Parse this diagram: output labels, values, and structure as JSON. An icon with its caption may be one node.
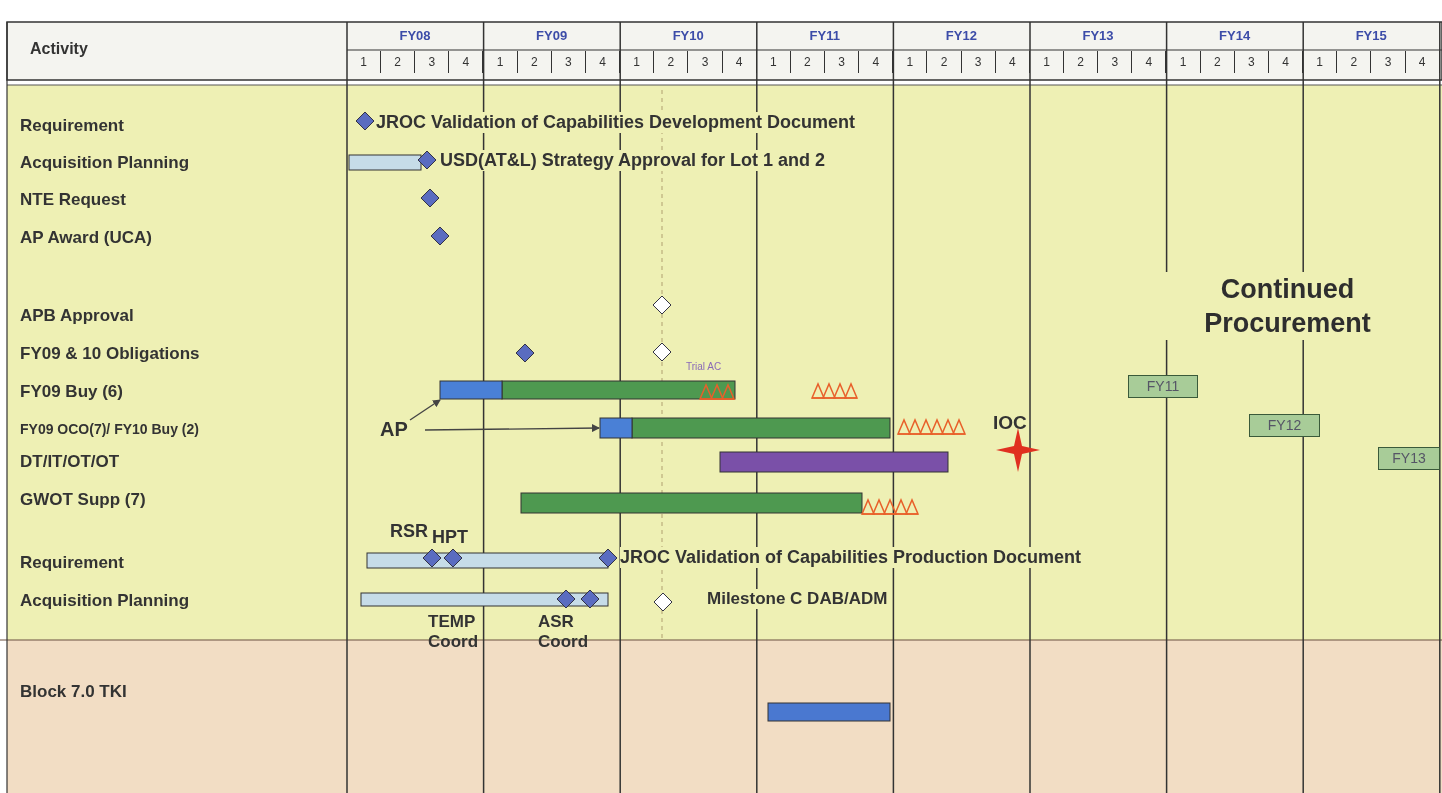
{
  "diagram": {
    "nodes": [
      {
        "text": [
          "AP"
        ]
      },
      {
        "text": [],
        "shape": "bar"
      },
      {
        "text": [],
        "shape": "bar"
      },
      {
        "text": [
          "FY11"
        ]
      },
      {
        "text": [
          "FY12"
        ]
      },
      {
        "text": [
          "FY13"
        ]
      }
    ],
    "edges": [
      {
        "from": 0,
        "to": 1,
        "arrow": "to"
      },
      {
        "from": 0,
        "to": 2,
        "arrow": "to"
      }
    ],
    "labels": [
      "Activity",
      "FY08",
      "FY09",
      "FY10",
      "FY11",
      "FY12",
      "FY13",
      "FY14",
      "FY15",
      "1",
      "2",
      "3",
      "4",
      "1",
      "2",
      "3",
      "4",
      "1",
      "2",
      "3",
      "4",
      "1",
      "2",
      "3",
      "4",
      "1",
      "2",
      "3",
      "4",
      "1",
      "2",
      "3",
      "4",
      "1",
      "2",
      "3",
      "4",
      "1",
      "2",
      "3",
      "4",
      "Requirement",
      "Acquisition Planning",
      "NTE Request",
      "AP Award (UCA)",
      "APB Approval",
      "FY09 & 10 Obligations",
      "FY09 Buy (6)",
      "FY09 OCO(7)/ FY10 Buy (2)",
      "DT/IT/OT/OT",
      "GWOT Supp (7)",
      "Requirement",
      "Acquisition Planning",
      "Block 7.0 TKI",
      "JROC Validation of Capabilities Development Document",
      "USD(AT&L) Strategy Approval for Lot 1 and 2",
      "Continued Procurement",
      "Trial AC",
      "IOC",
      "RSR",
      "HPT",
      "JROC Validation of Capabilities Production Document",
      "Milestone C DAB/ADM",
      "TEMP Coord",
      "ASR Coord"
    ]
  }
}
